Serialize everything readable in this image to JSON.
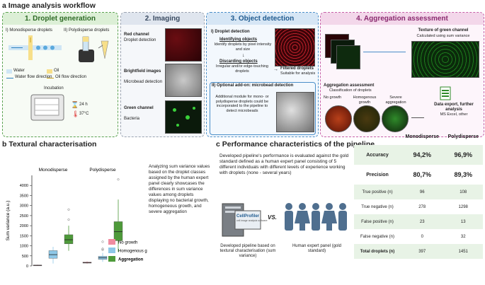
{
  "panel_a": {
    "title": "a Image analysis workflow",
    "s1": {
      "header": "1. Droplet generation",
      "mono": "I) Monodisperse droplets",
      "poly": "II) Polydisperse droplets",
      "legend": [
        "Water",
        "Oil",
        "Water flow direction",
        "Oil flow direction"
      ],
      "incubation": "Incubation",
      "time": "24 h",
      "temp": "37°C"
    },
    "s2": {
      "header": "2. Imaging",
      "red_title": "Red channel",
      "red_desc": "Droplet detection",
      "bf_title": "Brightfield images",
      "bf_desc": "Microbead detection",
      "green_title": "Green channel",
      "green_desc": "Bacteria"
    },
    "s3": {
      "header": "3. Object detection",
      "dd_title": "I) Droplet detection",
      "ident_title": "Identifying objects",
      "ident_desc": "Identify droplets by pixel intensity and size",
      "disc_title": "Discarding objects",
      "disc_desc": "Irregular and/or edge-touching droplets",
      "filt_title": "Filtered droplets",
      "filt_desc": "Suitable for analysis",
      "mb_title": "II) Optional add-on: microbead detection",
      "mb_desc": "Additional module for mono- or polydisperse droplets could be incorporated to the pipeline to detect microbeads"
    },
    "s4": {
      "header": "4. Aggregation assessment",
      "tex_title": "Texture of green channel",
      "tex_desc": "Calculated using sum variance",
      "agg_title": "Aggregation assessment",
      "agg_desc": "Classification of droplets",
      "classes": [
        "No growth",
        "Homogenous growth",
        "Severe aggregation"
      ],
      "export_title": "Data export, further analysis",
      "export_desc": "MS Excel, other"
    }
  },
  "panel_b": {
    "title": "b Textural characterisation",
    "desc": "Analyzing sum variance values based on the droplet classes assigned by the human expert panel clearly showcases the differences in sum variance values among droplets displaying no bacterial growth, homogeneous growth, and severe aggregation",
    "legend": [
      "No growth",
      "Homogenous growth",
      "Aggregation"
    ],
    "colors": {
      "no_growth": "#f08ca0",
      "homogenous": "#8ec8e8",
      "aggregation": "#4e9a3a"
    }
  },
  "chart_data": {
    "type": "box",
    "ylabel": "Sum variance (a.u.)",
    "ylim": [
      0,
      4500
    ],
    "yticks": [
      0,
      500,
      1000,
      1500,
      2000,
      2500,
      3000,
      3500,
      4000
    ],
    "groups": [
      "Monodisperse",
      "Polydisperse"
    ],
    "series": [
      {
        "name": "No growth",
        "color": "#f08ca0",
        "boxes": [
          {
            "min": 0,
            "q1": 20,
            "median": 30,
            "q3": 40,
            "max": 60,
            "outliers": []
          },
          {
            "min": 110,
            "q1": 140,
            "median": 160,
            "q3": 190,
            "max": 230,
            "outliers": []
          }
        ]
      },
      {
        "name": "Homogenous growth",
        "color": "#8ec8e8",
        "boxes": [
          {
            "min": 120,
            "q1": 380,
            "median": 560,
            "q3": 760,
            "max": 950,
            "outliers": []
          },
          {
            "min": 200,
            "q1": 320,
            "median": 400,
            "q3": 480,
            "max": 650,
            "outliers": [
              800,
              850,
              1200
            ]
          }
        ]
      },
      {
        "name": "Aggregation",
        "color": "#4e9a3a",
        "boxes": [
          {
            "min": 750,
            "q1": 1100,
            "median": 1300,
            "q3": 1550,
            "max": 2000,
            "outliers": [
              2300,
              2800
            ]
          },
          {
            "min": 700,
            "q1": 1250,
            "median": 1700,
            "q3": 2200,
            "max": 3300,
            "outliers": [
              4300
            ]
          }
        ]
      }
    ]
  },
  "panel_c": {
    "title": "c Performance characteristics of the pipeline",
    "desc": "Developed pipeline's performance is evaluated against the gold standard defined as a human expert panel consisting of 5 different individuals with different levels of experience working with droplets (none - several years)",
    "software": "CellProfiler",
    "software_sub": "cell image analysis software",
    "vs": "VS.",
    "pipeline_caption": "Developed pipeline based on textural characterisation (sum variance)",
    "human_caption": "Human expert panel (gold standard)",
    "columns": [
      "Monodisperse",
      "Polydisperse"
    ],
    "rows": [
      {
        "label": "Accuracy",
        "mono": "94,2%",
        "poly": "96,9%",
        "strong": true
      },
      {
        "label": "Precision",
        "mono": "80,7%",
        "poly": "89,3%",
        "strong": true
      },
      {
        "label": "True positive (n)",
        "mono": "96",
        "poly": "108"
      },
      {
        "label": "True negative (n)",
        "mono": "278",
        "poly": "1298"
      },
      {
        "label": "False positive (n)",
        "mono": "23",
        "poly": "13"
      },
      {
        "label": "False negative (n)",
        "mono": "0",
        "poly": "32"
      },
      {
        "label": "Total droplets (n)",
        "mono": "397",
        "poly": "1451",
        "bold_label": true
      }
    ]
  }
}
